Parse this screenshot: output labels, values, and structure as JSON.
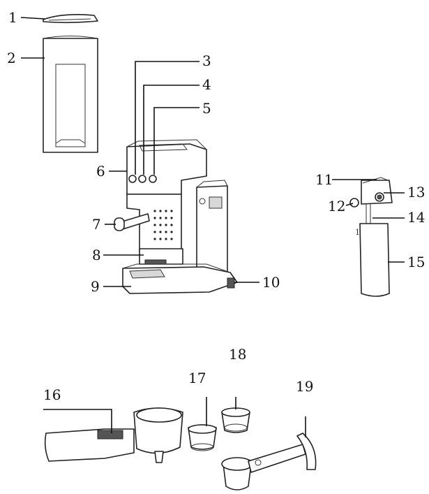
{
  "labels": [
    "1",
    "2",
    "3",
    "4",
    "5",
    "6",
    "7",
    "8",
    "9",
    "10",
    "11",
    "12",
    "13",
    "14",
    "15",
    "16",
    "17",
    "18",
    "19"
  ],
  "stray_mark": "1"
}
